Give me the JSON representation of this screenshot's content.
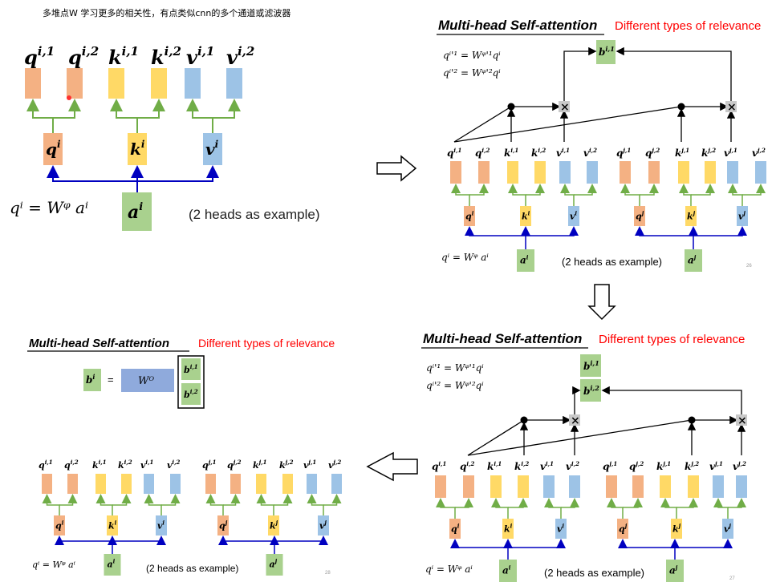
{
  "note": "多堆点W 学习更多的相关性，有点类似cnn的多个通道或滤波器",
  "colors": {
    "q": "#f4b183",
    "k": "#ffd966",
    "v": "#9dc3e6",
    "a": "#a9d18e",
    "wo": "#8faadc",
    "red": "#ff0000",
    "green_arrow": "#70ad47",
    "blue_arrow": "#0000c0"
  },
  "labels": {
    "qi1": "q",
    "sup_i1": "i,1",
    "sup_i2": "i,2",
    "sup_j1": "j,1",
    "sup_j2": "j,2",
    "sup_i": "i",
    "sup_j": "j",
    "q": "q",
    "k": "k",
    "v": "v",
    "a": "a",
    "b": "b"
  },
  "panel1": {
    "formula": "qⁱ = Wᵠ aⁱ",
    "caption": "(2 heads as example)"
  },
  "panel2": {
    "title": "Multi-head Self-attention",
    "subtitle": "Different types of relevance",
    "eq1": "qⁱ'¹ = Wᵠ'¹qⁱ",
    "eq2": "qⁱ'² = Wᵠ'²qⁱ",
    "caption": "(2 heads as example)",
    "page": "26",
    "mult": "×"
  },
  "panel3": {
    "title": "Multi-head Self-attention",
    "subtitle": "Different types of relevance",
    "caption": "(2 heads as example)",
    "page": "27",
    "mult": "×"
  },
  "panel4": {
    "title": "Multi-head Self-attention",
    "subtitle": "Different types of relevance",
    "wo": "Wᴼ",
    "equals": "=",
    "caption": "(2 heads as example)",
    "page": "28"
  }
}
